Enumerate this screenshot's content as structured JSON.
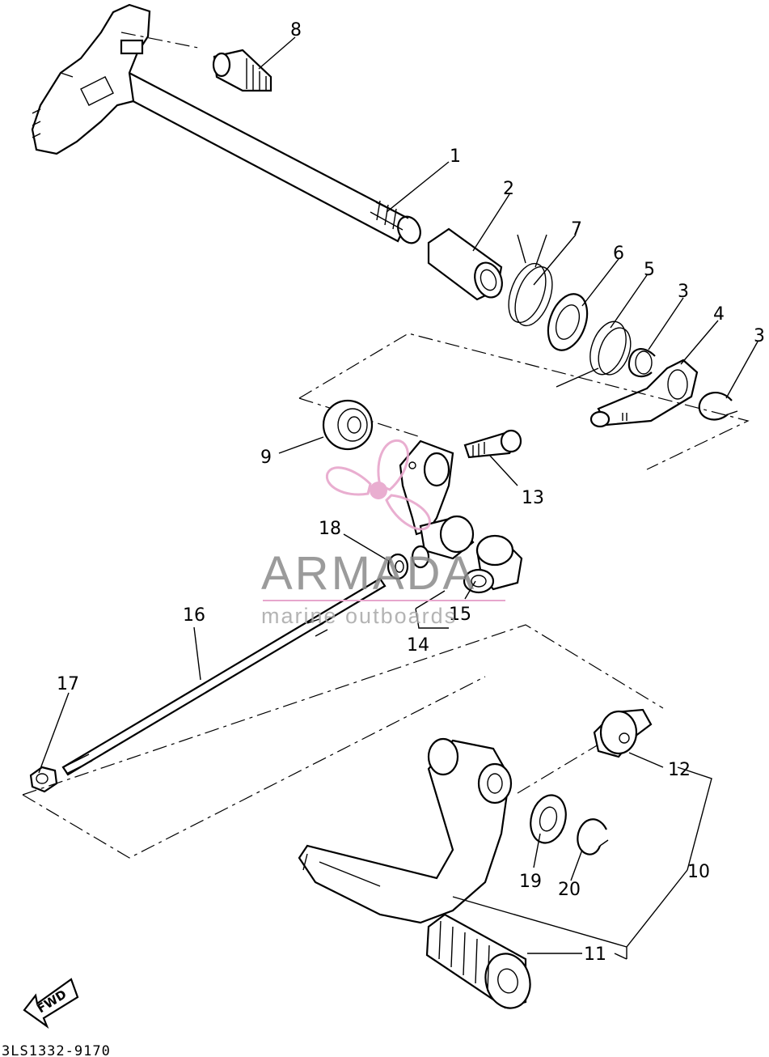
{
  "diagram": {
    "part_code": "3LS1332-9170",
    "direction_label": "FWD",
    "watermark": {
      "brand": "ARMADA",
      "tagline": "marine outboards",
      "accent": "#e7a6cc"
    },
    "callouts": [
      "1",
      "2",
      "3",
      "3",
      "4",
      "5",
      "6",
      "7",
      "8",
      "9",
      "10",
      "11",
      "12",
      "13",
      "14",
      "15",
      "16",
      "17",
      "18",
      "19",
      "20"
    ]
  }
}
